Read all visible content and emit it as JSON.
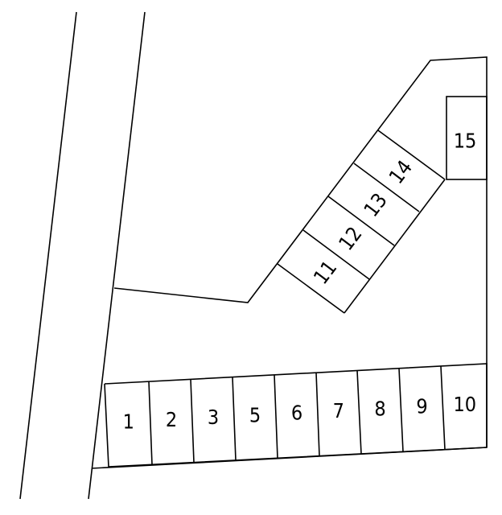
{
  "title": "Parking lot layout",
  "colors": {
    "line": "#000000",
    "background": "#ffffff"
  },
  "bottom_row_spaces": [
    "1",
    "2",
    "3",
    "5",
    "6",
    "7",
    "8",
    "9",
    "10"
  ],
  "angled_spaces": [
    "11",
    "12",
    "13",
    "14"
  ],
  "corner_space": "15"
}
